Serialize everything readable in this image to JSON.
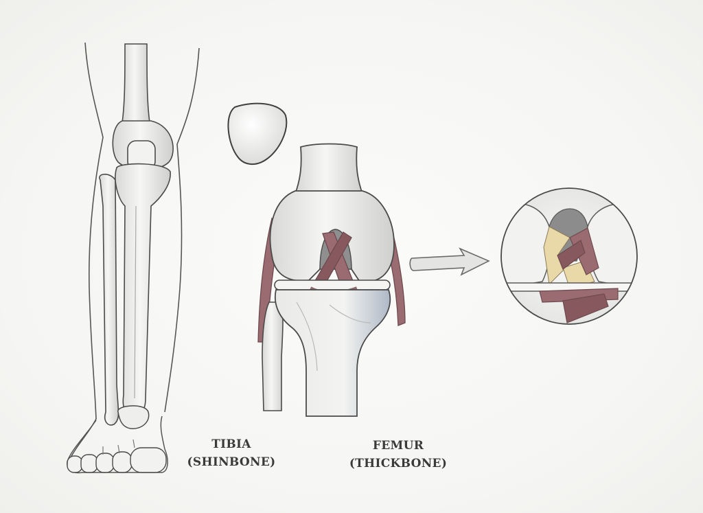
{
  "labels": {
    "tibia": {
      "line1": "TIBIA",
      "line2": "(SHINBONE)"
    },
    "femur": {
      "line1": "FEMUR",
      "line2": "(THICKBONE)"
    }
  },
  "colors": {
    "bone": "#efefed",
    "bone_shadow": "#c9c9c7",
    "outline": "#4a4a4a",
    "ligament": "#9a6b70",
    "ligament_dark": "#7e5358",
    "cartilage_yellow": "#ead9a8",
    "femur_blue_shade": "#b9c2cf"
  },
  "icons": [
    "arrow-right-icon"
  ]
}
